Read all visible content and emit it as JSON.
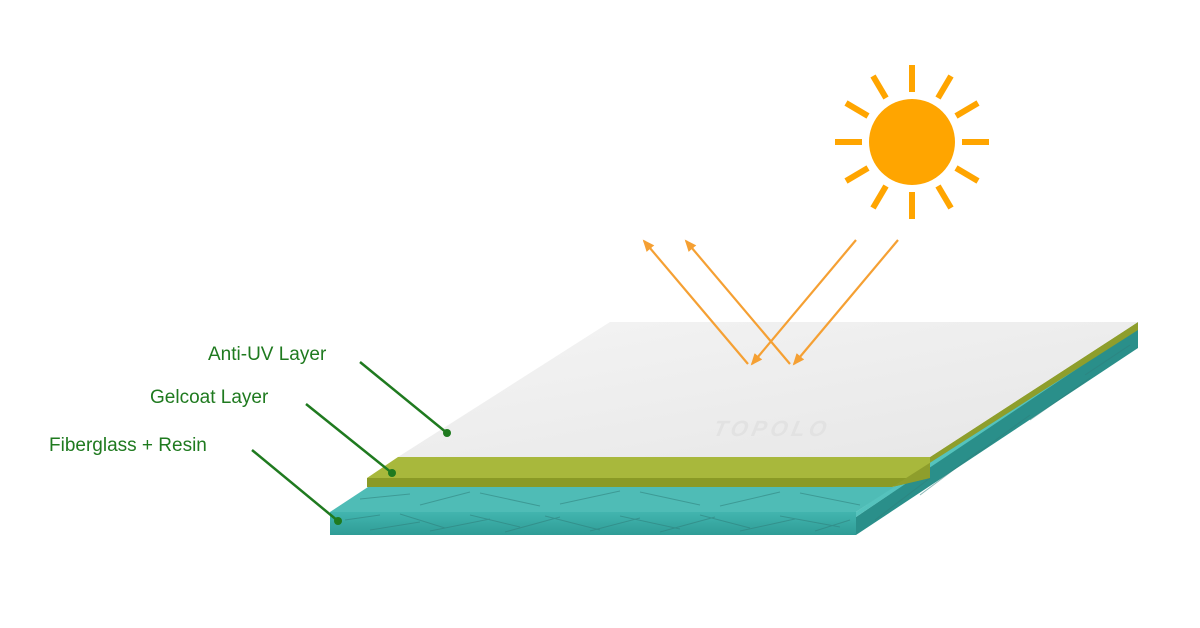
{
  "labels": {
    "anti_uv": "Anti-UV Layer",
    "gelcoat": "Gelcoat Layer",
    "fiberglass": "Fiberglass + Resin"
  },
  "watermark": "TOPOLO",
  "colors": {
    "label_text": "#1f7a1f",
    "leader_line": "#1f7a1f",
    "sun": "#ffa500",
    "light_ray": "#f5a033",
    "anti_uv_layer": "#ececec",
    "gelcoat_layer": "#a8b83c",
    "fiberglass_layer": "#3fb3ad"
  },
  "icons": {
    "sun": "sun-icon",
    "rays": "arrow-icon"
  }
}
